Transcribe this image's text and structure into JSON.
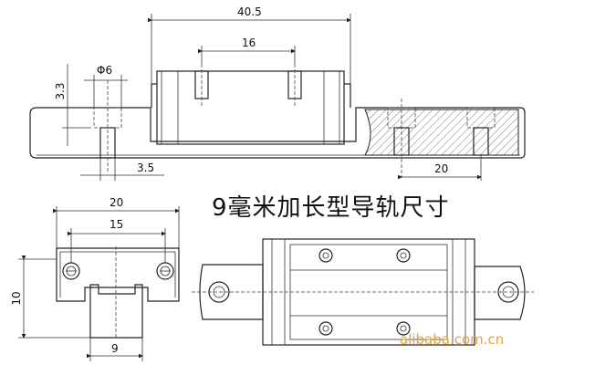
{
  "title": "9毫米加长型导轨尺寸",
  "watermark": "alibaba.com.cn",
  "dimensions": {
    "block_length": "40.5",
    "hole_spacing_top": "16",
    "rail_hole_dia": "Φ6",
    "depth_3_3": "3.3",
    "edge_3_5": "3.5",
    "rail_pitch": "20",
    "width_20": "20",
    "width_15": "15",
    "height_10": "10",
    "rail_width_9": "9"
  },
  "colors": {
    "line": "#222222",
    "watermark": "#e8a23a"
  }
}
